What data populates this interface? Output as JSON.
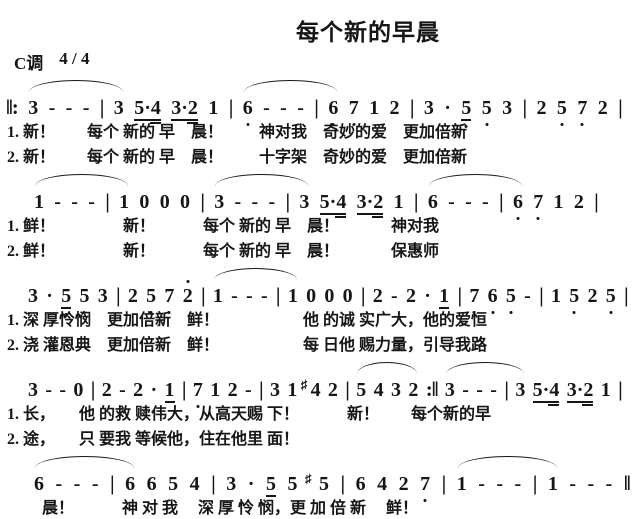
{
  "title": "每个新的早晨",
  "key_signature": "C调",
  "time_signature": "4 / 4",
  "colors": {
    "ink": "#161616",
    "paper": "#ffffff"
  },
  "systems": [
    {
      "notes": [
        {
          "t": "‖:"
        },
        {
          "t": "3"
        },
        {
          "t": "-"
        },
        {
          "t": "-"
        },
        {
          "t": "-"
        },
        {
          "t": "|"
        },
        {
          "t": "3"
        },
        {
          "t": "5·4",
          "u": 1,
          "u2": 1
        },
        {
          "t": "3·2",
          "u": 1,
          "u2": 1
        },
        {
          "t": "1"
        },
        {
          "t": "|"
        },
        {
          "t": "6",
          "lo": 1
        },
        {
          "t": "-"
        },
        {
          "t": "-"
        },
        {
          "t": "-"
        },
        {
          "t": "|"
        },
        {
          "t": "6",
          "lo": 1
        },
        {
          "t": "7",
          "lo": 1
        },
        {
          "t": "1"
        },
        {
          "t": "2"
        },
        {
          "t": "|"
        },
        {
          "t": "3"
        },
        {
          "t": "·"
        },
        {
          "t": "5",
          "u": 1,
          "lo": 1
        },
        {
          "t": "5",
          "lo": 1
        },
        {
          "t": "3"
        },
        {
          "t": "|"
        },
        {
          "t": "2"
        },
        {
          "t": "5",
          "lo": 1
        },
        {
          "t": "7",
          "lo": 1
        },
        {
          "t": "2"
        },
        {
          "t": "|"
        }
      ],
      "slurs": [
        [
          1,
          6
        ],
        [
          11,
          16
        ]
      ],
      "lyrics": [
        "1. 新！　　每个 新的 早　晨！　　 神对我　奇妙的爱　更加倍新",
        "2. 新！　　每个 新的 早　晨！　　 十字架　奇妙的爱　更加倍新"
      ]
    },
    {
      "notes": [
        {
          "t": "1"
        },
        {
          "t": "-"
        },
        {
          "t": "-"
        },
        {
          "t": "-"
        },
        {
          "t": "|"
        },
        {
          "t": "1"
        },
        {
          "t": "0"
        },
        {
          "t": "0"
        },
        {
          "t": "0"
        },
        {
          "t": "|"
        },
        {
          "t": "3"
        },
        {
          "t": "-"
        },
        {
          "t": "-"
        },
        {
          "t": "-"
        },
        {
          "t": "|"
        },
        {
          "t": "3"
        },
        {
          "t": "5·4",
          "u": 1,
          "u2": 1
        },
        {
          "t": "3·2",
          "u": 1,
          "u2": 1
        },
        {
          "t": "1"
        },
        {
          "t": "|"
        },
        {
          "t": "6",
          "lo": 1
        },
        {
          "t": "-"
        },
        {
          "t": "-"
        },
        {
          "t": "-"
        },
        {
          "t": "|"
        },
        {
          "t": "6",
          "lo": 1
        },
        {
          "t": "7",
          "lo": 1
        },
        {
          "t": "1"
        },
        {
          "t": "2"
        },
        {
          "t": "|"
        }
      ],
      "slurs": [
        [
          0,
          5
        ],
        [
          10,
          15
        ],
        [
          20,
          25
        ]
      ],
      "lyrics": [
        "1. 鲜！　　　　 新！　　　每个 新的 早　晨！　　　 神对我",
        "2. 鲜！　　　　 新！　　　每个 新的 早　晨！　　　 保惠师"
      ]
    },
    {
      "notes": [
        {
          "t": "3"
        },
        {
          "t": "·"
        },
        {
          "t": "5",
          "u": 1,
          "lo": 1
        },
        {
          "t": "5",
          "lo": 1
        },
        {
          "t": "3"
        },
        {
          "t": "|"
        },
        {
          "t": "2"
        },
        {
          "t": "5",
          "lo": 1
        },
        {
          "t": "7",
          "lo": 1
        },
        {
          "t": "2",
          "hi": 1
        },
        {
          "t": "|"
        },
        {
          "t": "1"
        },
        {
          "t": "-"
        },
        {
          "t": "-"
        },
        {
          "t": "-"
        },
        {
          "t": "|"
        },
        {
          "t": "1"
        },
        {
          "t": "0"
        },
        {
          "t": "0"
        },
        {
          "t": "0"
        },
        {
          "t": "|"
        },
        {
          "t": "2"
        },
        {
          "t": "-"
        },
        {
          "t": "2"
        },
        {
          "t": "·"
        },
        {
          "t": "1",
          "u": 1
        },
        {
          "t": "|"
        },
        {
          "t": "7",
          "lo": 1
        },
        {
          "t": "6",
          "lo": 1
        },
        {
          "t": "5",
          "lo": 1
        },
        {
          "t": "-"
        },
        {
          "t": "|"
        },
        {
          "t": "1"
        },
        {
          "t": "5",
          "lo": 1
        },
        {
          "t": "2"
        },
        {
          "t": "5",
          "lo": 1
        },
        {
          "t": "|"
        }
      ],
      "slurs": [
        [
          11,
          16
        ]
      ],
      "lyrics": [
        "1. 深 厚怜悯　更加倍新　鲜！　　　　　 他 的诚 实广大，他的爱恒",
        "2. 浇 灌恩典　更加倍新　鲜！　　　　　 每 日他 赐力量，引导我路"
      ]
    },
    {
      "notes": [
        {
          "t": "3"
        },
        {
          "t": "-"
        },
        {
          "t": "-"
        },
        {
          "t": "0"
        },
        {
          "t": "|"
        },
        {
          "t": "2"
        },
        {
          "t": "-"
        },
        {
          "t": "2"
        },
        {
          "t": "·"
        },
        {
          "t": "1",
          "u": 1
        },
        {
          "t": "|"
        },
        {
          "t": "7",
          "lo": 1
        },
        {
          "t": "1"
        },
        {
          "t": "2"
        },
        {
          "t": "-"
        },
        {
          "t": "|"
        },
        {
          "t": "3"
        },
        {
          "t": "1"
        },
        {
          "t": "♯"
        },
        {
          "t": "4"
        },
        {
          "t": "2"
        },
        {
          "t": "|"
        },
        {
          "t": "5"
        },
        {
          "t": "4"
        },
        {
          "t": "3"
        },
        {
          "t": "2"
        },
        {
          "t": ":‖"
        },
        {
          "t": "3"
        },
        {
          "t": "-"
        },
        {
          "t": "-"
        },
        {
          "t": "-"
        },
        {
          "t": "|"
        },
        {
          "t": "3"
        },
        {
          "t": "5·4",
          "u": 1,
          "u2": 1
        },
        {
          "t": "3·2",
          "u": 1,
          "u2": 1
        },
        {
          "t": "1"
        },
        {
          "t": "|"
        }
      ],
      "slurs": [
        [
          22,
          25
        ],
        [
          27,
          32
        ]
      ],
      "lyrics": [
        "1. 长，　　他 的救 赎伟大，从高天赐 下！　　　新！　　每个新的早",
        "2. 途，　　只 要我 等候他，住在他里 面！"
      ]
    },
    {
      "notes": [
        {
          "t": "6"
        },
        {
          "t": "-"
        },
        {
          "t": "-"
        },
        {
          "t": "-"
        },
        {
          "t": "|"
        },
        {
          "t": "6"
        },
        {
          "t": "6"
        },
        {
          "t": "5"
        },
        {
          "t": "4"
        },
        {
          "t": "|"
        },
        {
          "t": "3"
        },
        {
          "t": "·"
        },
        {
          "t": "5",
          "u": 1
        },
        {
          "t": "5"
        },
        {
          "t": "♯"
        },
        {
          "t": "5"
        },
        {
          "t": "|"
        },
        {
          "t": "6"
        },
        {
          "t": "4"
        },
        {
          "t": "2"
        },
        {
          "t": "7",
          "lo": 1
        },
        {
          "t": "|"
        },
        {
          "t": "1"
        },
        {
          "t": "-"
        },
        {
          "t": "-"
        },
        {
          "t": "-"
        },
        {
          "t": "|"
        },
        {
          "t": "1"
        },
        {
          "t": "-"
        },
        {
          "t": "-"
        },
        {
          "t": "-"
        },
        {
          "t": "‖"
        }
      ],
      "slurs": [
        [
          0,
          5
        ],
        [
          22,
          27
        ]
      ],
      "lyrics": [
        "晨！　　　神 对 我　 深 厚 怜 悯，更 加 倍 新　 鲜！"
      ]
    }
  ]
}
